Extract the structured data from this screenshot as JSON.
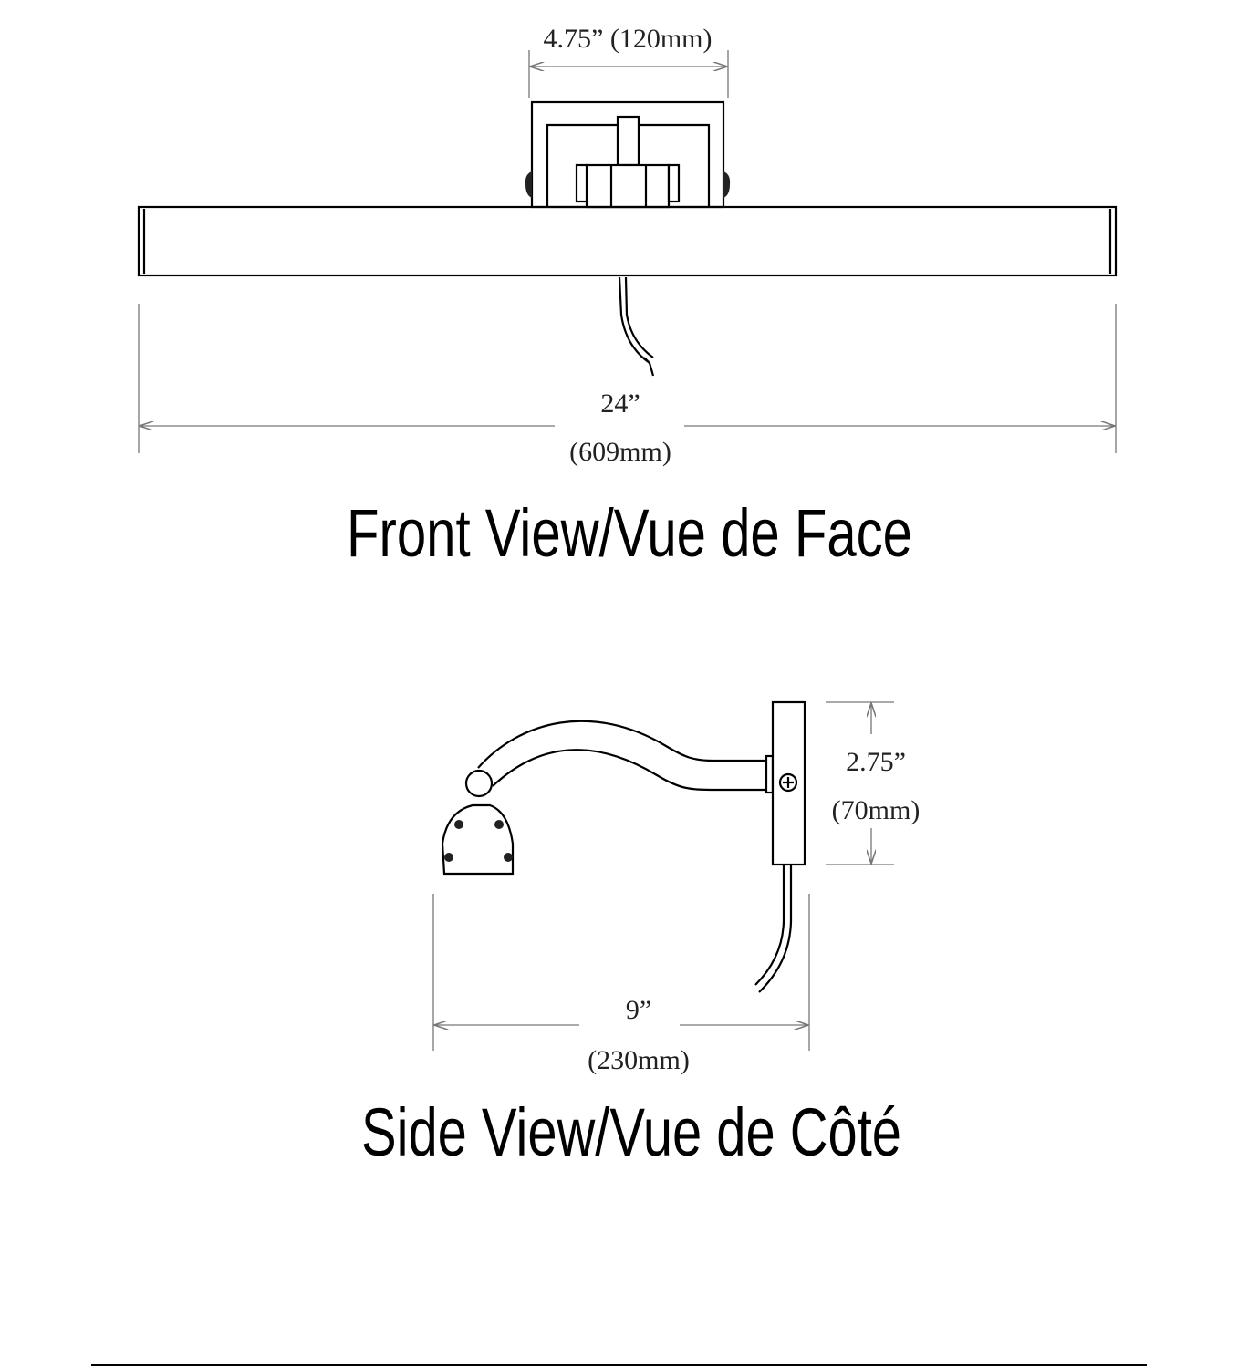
{
  "front_view": {
    "title": "Front View/Vue de Face",
    "mount_width_label": "4.75” (120mm)",
    "length_inches": "24”",
    "length_mm": "(609mm)"
  },
  "side_view": {
    "title": "Side View/Vue de Côté",
    "height_inches": "2.75”",
    "height_mm": "(70mm)",
    "depth_inches": "9”",
    "depth_mm": "(230mm)"
  }
}
